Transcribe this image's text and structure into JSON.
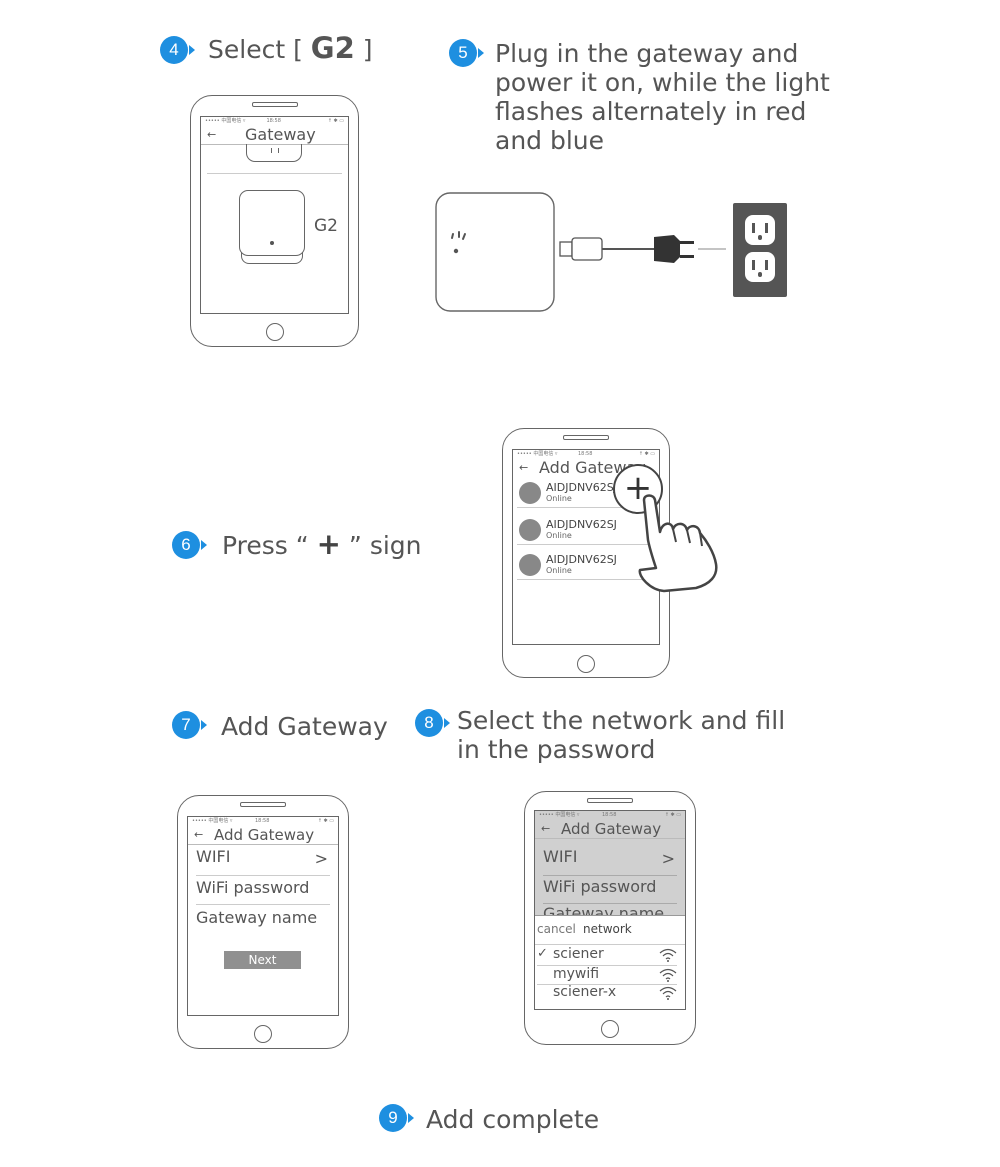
{
  "steps": [
    {
      "num": "4",
      "text": "Select [",
      "strong": "G2",
      "text_end": "]"
    },
    {
      "num": "5",
      "lines": [
        "Plug in the gateway and",
        "power it on, while the light",
        "flashes alternately in red",
        "and blue"
      ]
    },
    {
      "num": "6",
      "before": "Press “",
      "sign": "+",
      "after": "” sign"
    },
    {
      "num": "7",
      "text": "Add Gateway"
    },
    {
      "num": "8",
      "lines": [
        "Select the network and fill",
        "in the password"
      ]
    },
    {
      "num": "9",
      "text": "Add complete"
    }
  ],
  "phone_status": {
    "carrier": "••••• 中国电信 ▿",
    "time": "18:58",
    "icons": "↑ ✱ ▭"
  },
  "phone4": {
    "back": "←",
    "title": "Gateway",
    "device_label": "G2"
  },
  "phone6": {
    "back": "←",
    "title": "Add Gateway",
    "plus": "+",
    "items": [
      {
        "name": "AIDJDNV62SJ",
        "status": "Online"
      },
      {
        "name": "AIDJDNV62SJ",
        "status": "Online"
      },
      {
        "name": "AIDJDNV62SJ",
        "status": "Online"
      }
    ]
  },
  "phone7": {
    "back": "←",
    "title": "Add Gateway",
    "rows": [
      "WIFI",
      "WiFi password",
      "Gateway name"
    ],
    "chevron": ">",
    "next_label": "Next"
  },
  "phone8": {
    "back": "←",
    "title": "Add Gateway",
    "rows": [
      "WIFI",
      "WiFi password",
      "Gateway name"
    ],
    "chevron": ">",
    "sheet_cancel": "cancel",
    "sheet_title": "network",
    "networks": [
      {
        "name": "sciener",
        "selected": true
      },
      {
        "name": "mywifi",
        "selected": false
      },
      {
        "name": "sciener-x",
        "selected": false
      }
    ],
    "check": "✓"
  },
  "colors": {
    "accent": "#1e8fe0",
    "text": "#555555",
    "outlet": "#555555",
    "line": "#666666"
  }
}
